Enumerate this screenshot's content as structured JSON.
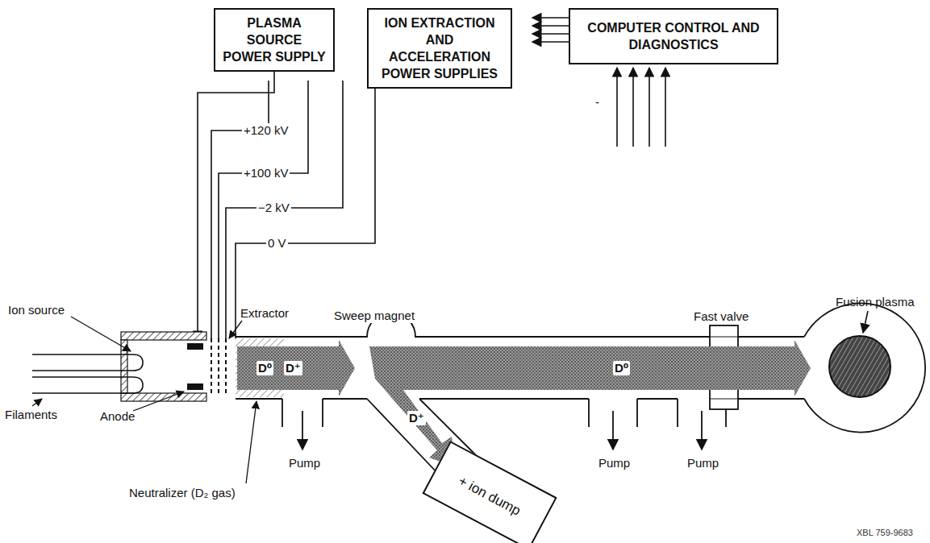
{
  "diagram": {
    "nodes": [
      {
        "text": [
          "PLASMA SOURCE POWER SUPPLY"
        ]
      },
      {
        "text": [
          "ION EXTRACTION AND ACCELERATION POWER SUPPLIES"
        ]
      },
      {
        "text": [
          "COMPUTER CONTROL AND DIAGNOSTICS"
        ]
      },
      {
        "text": [
          "+ ion dump"
        ]
      }
    ],
    "labels": [
      "+120 kV",
      "+100 kV",
      "−2 kV",
      "0 V",
      "-",
      "Ion source",
      "Filaments",
      "Anode",
      "Extractor",
      "Neutralizer (D₂ gas)",
      "Sweep magnet",
      "Fast valve",
      "Fusion plasma",
      "Pump",
      "Pump",
      "Pump",
      "D⁰",
      "D⁺",
      "D⁺",
      "D⁰",
      "XBL 759-9683"
    ]
  }
}
